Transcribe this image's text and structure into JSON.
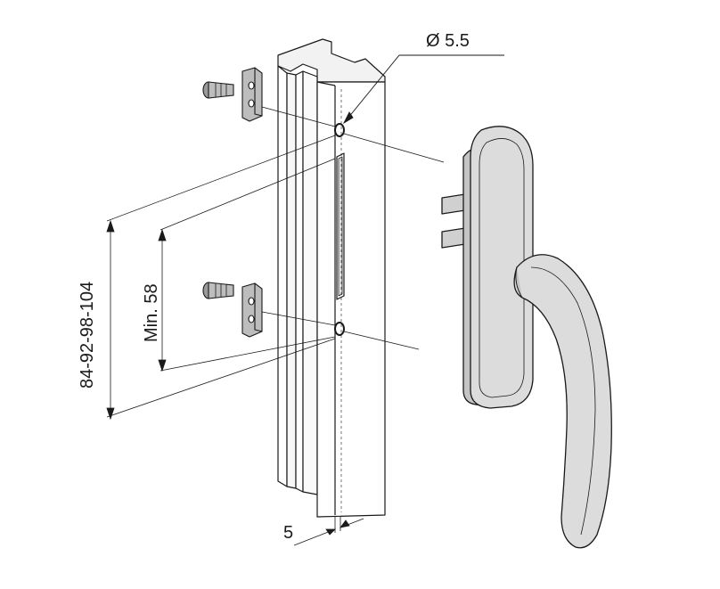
{
  "dimensions": {
    "hole_diameter": "Ø 5.5",
    "min_spacing": "Min. 58",
    "center_distances": "84-92-98-104",
    "offset": "5"
  },
  "colors": {
    "line": "#1a1a1a",
    "profile_fill": "#ffffff",
    "handle_fill": "#dcdcdc",
    "handle_shade": "#c4c4c4",
    "plate_fill": "#bdbdbd",
    "screw_fill": "#9a9a9a"
  }
}
